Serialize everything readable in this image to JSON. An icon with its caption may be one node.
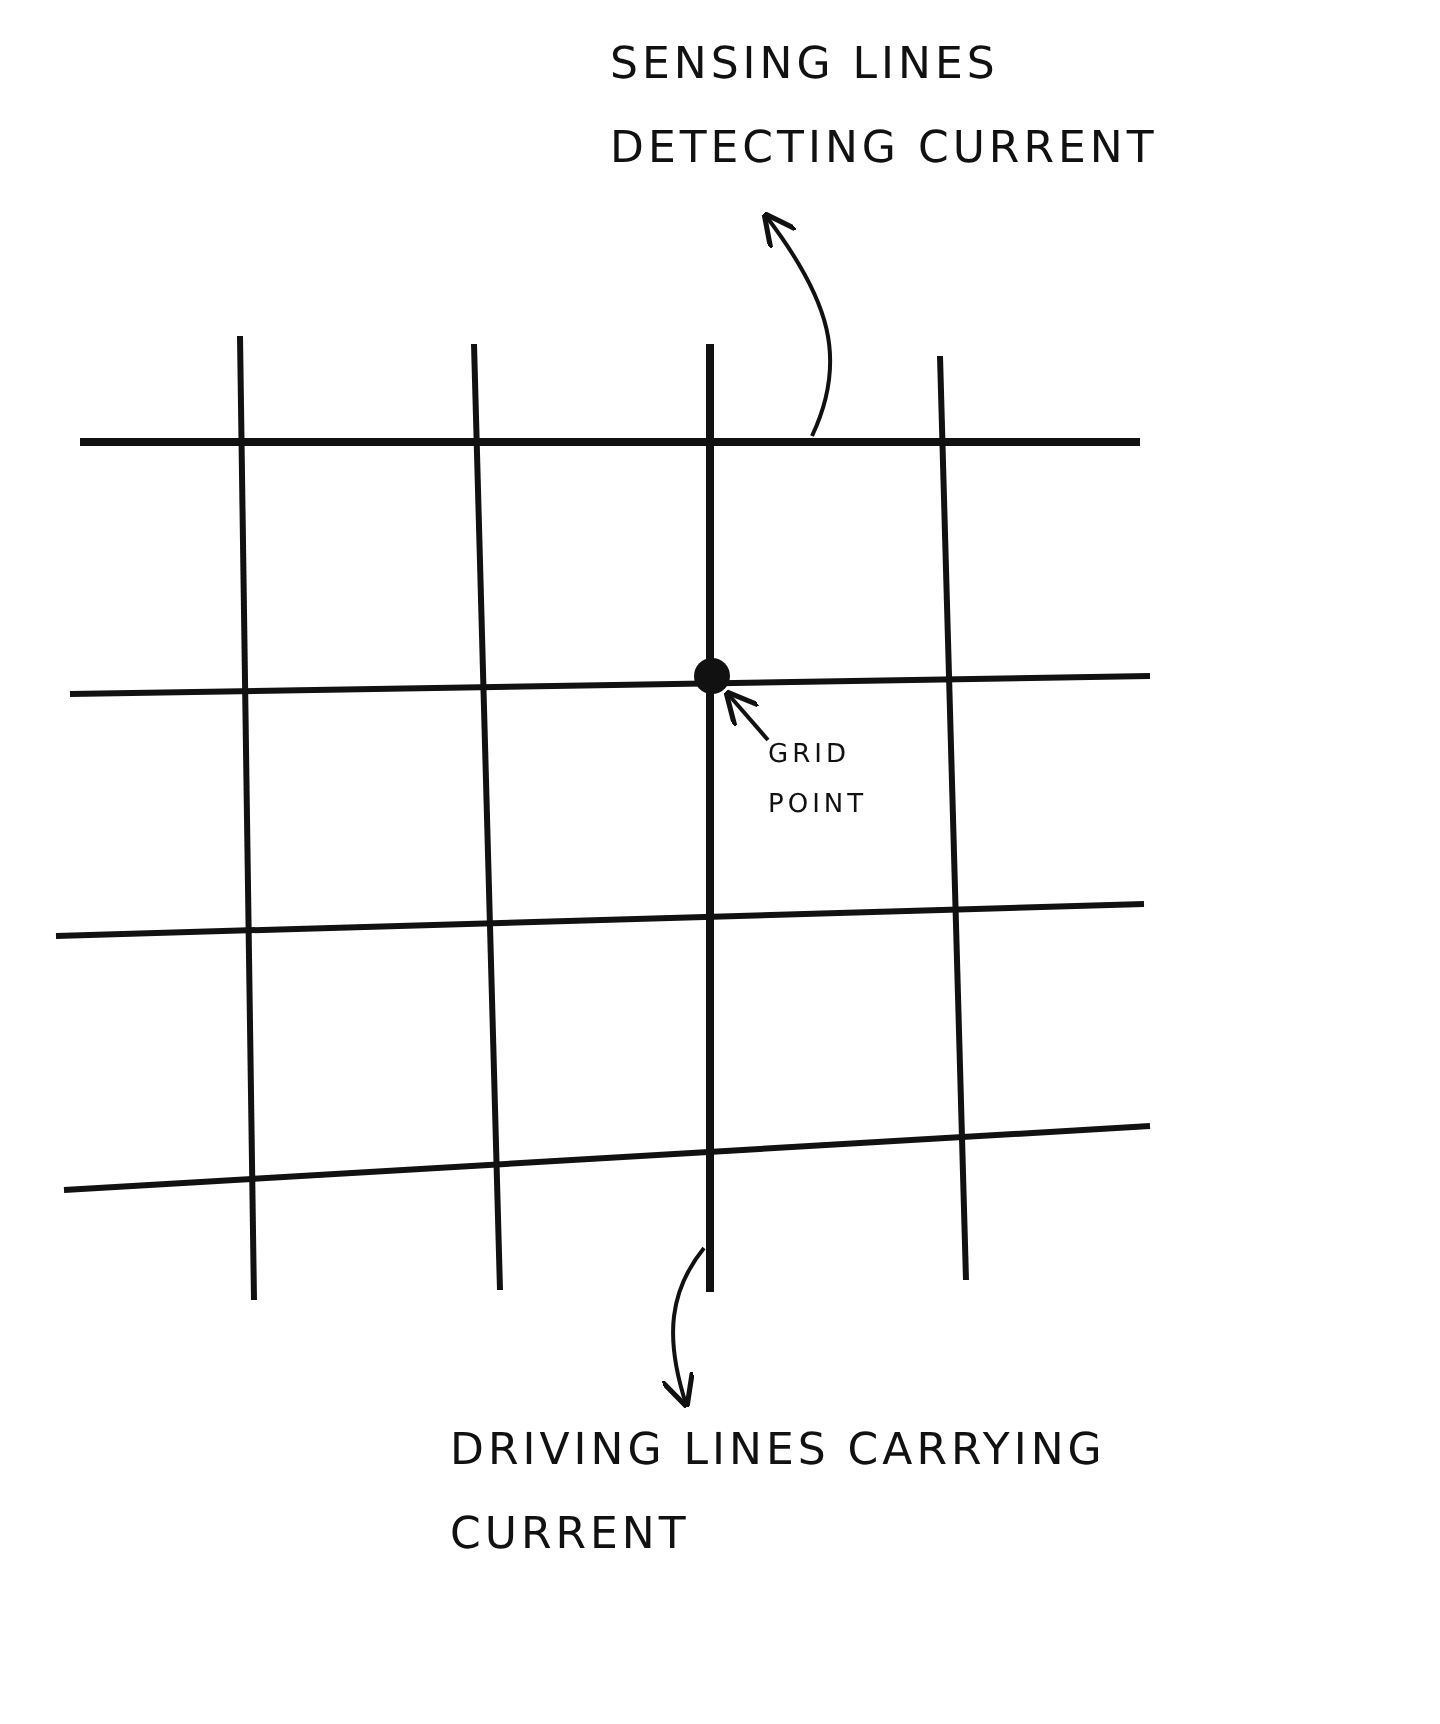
{
  "diagram": {
    "nodes": [
      {
        "text": [
          "SENSING LINES DETECTING CURRENT"
        ]
      },
      {
        "text": [],
        "shape": "bar"
      },
      {
        "text": [
          "GRID POINT"
        ]
      },
      {
        "text": [],
        "shape": "circle"
      },
      {
        "text": [],
        "shape": "bar"
      },
      {
        "text": [
          "DRIVING LINES CARRYING CURRENT"
        ]
      }
    ],
    "edges": [
      {
        "from": 1,
        "to": 0,
        "arrow": "to"
      },
      {
        "from": 2,
        "to": 3,
        "arrow": "to"
      },
      {
        "from": 4,
        "to": 5,
        "arrow": "to"
      }
    ]
  }
}
